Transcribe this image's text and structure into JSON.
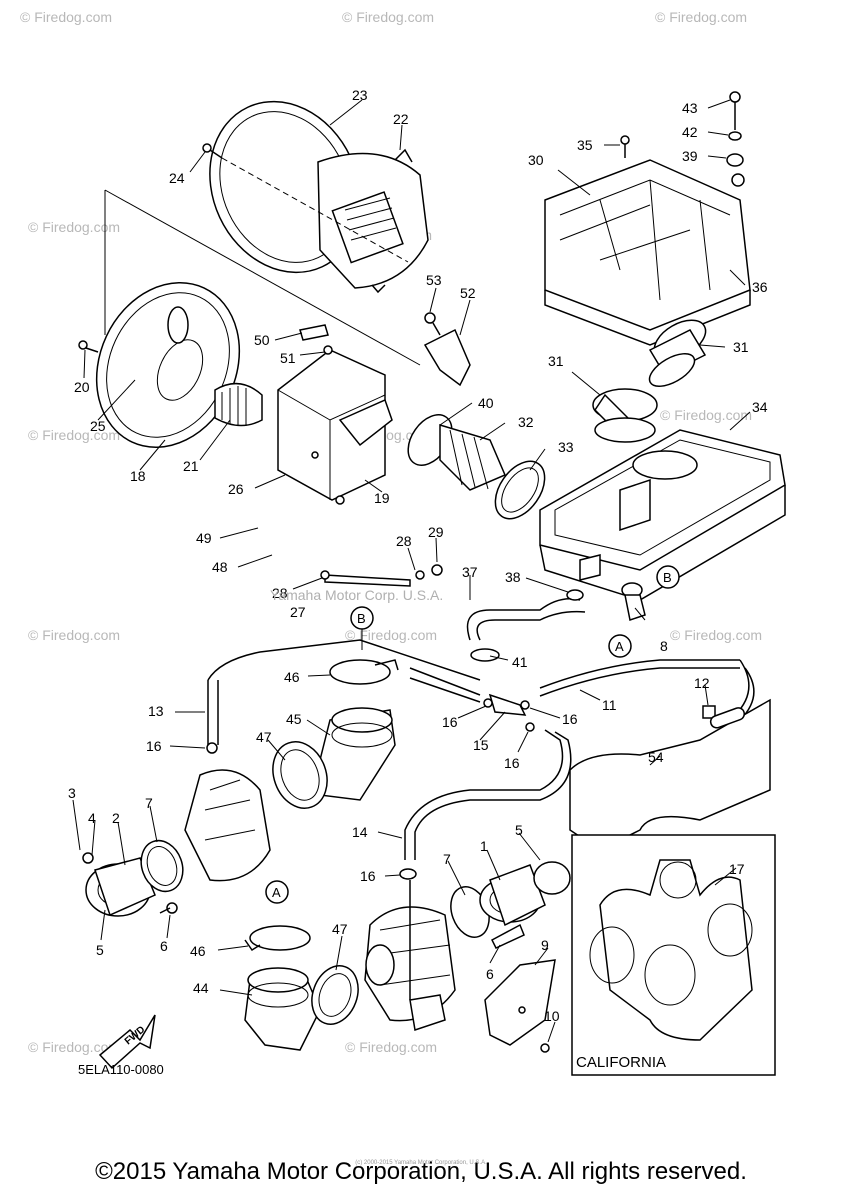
{
  "diagram_code": "5ELA110-0080",
  "california_label": "CALIFORNIA",
  "fwd_label": "FWD",
  "copyright": "©2015 Yamaha Motor Corporation, U.S.A. All rights reserved.",
  "tiny_notice": "(c) 2000-2015 Yamaha Motor Corporation, U.S.A.",
  "center_stamp": "Yamaha Motor Corp. U.S.A.",
  "watermark": "© Firedog.com",
  "callouts": {
    "a": "A",
    "b": "B"
  },
  "part_numbers": {
    "p1": "1",
    "p2": "2",
    "p3": "3",
    "p4": "4",
    "p5a": "5",
    "p5b": "5",
    "p6a": "6",
    "p6b": "6",
    "p7a": "7",
    "p7b": "7",
    "p8": "8",
    "p9": "9",
    "p10": "10",
    "p11": "11",
    "p12": "12",
    "p13": "13",
    "p14": "14",
    "p15": "15",
    "p16a": "16",
    "p16b": "16",
    "p16c": "16",
    "p16d": "16",
    "p16e": "16",
    "p17": "17",
    "p18": "18",
    "p19": "19",
    "p20": "20",
    "p21": "21",
    "p22": "22",
    "p23": "23",
    "p24": "24",
    "p25": "25",
    "p26": "26",
    "p27": "27",
    "p28a": "28",
    "p28b": "28",
    "p29": "29",
    "p30": "30",
    "p31a": "31",
    "p31b": "31",
    "p32": "32",
    "p33": "33",
    "p34": "34",
    "p35": "35",
    "p36": "36",
    "p37": "37",
    "p38": "38",
    "p39": "39",
    "p40": "40",
    "p41": "41",
    "p42": "42",
    "p43": "43",
    "p44": "44",
    "p45": "45",
    "p46a": "46",
    "p46b": "46",
    "p47a": "47",
    "p47b": "47",
    "p48": "48",
    "p49": "49",
    "p50": "50",
    "p51": "51",
    "p52": "52",
    "p53": "53",
    "p54": "54"
  }
}
